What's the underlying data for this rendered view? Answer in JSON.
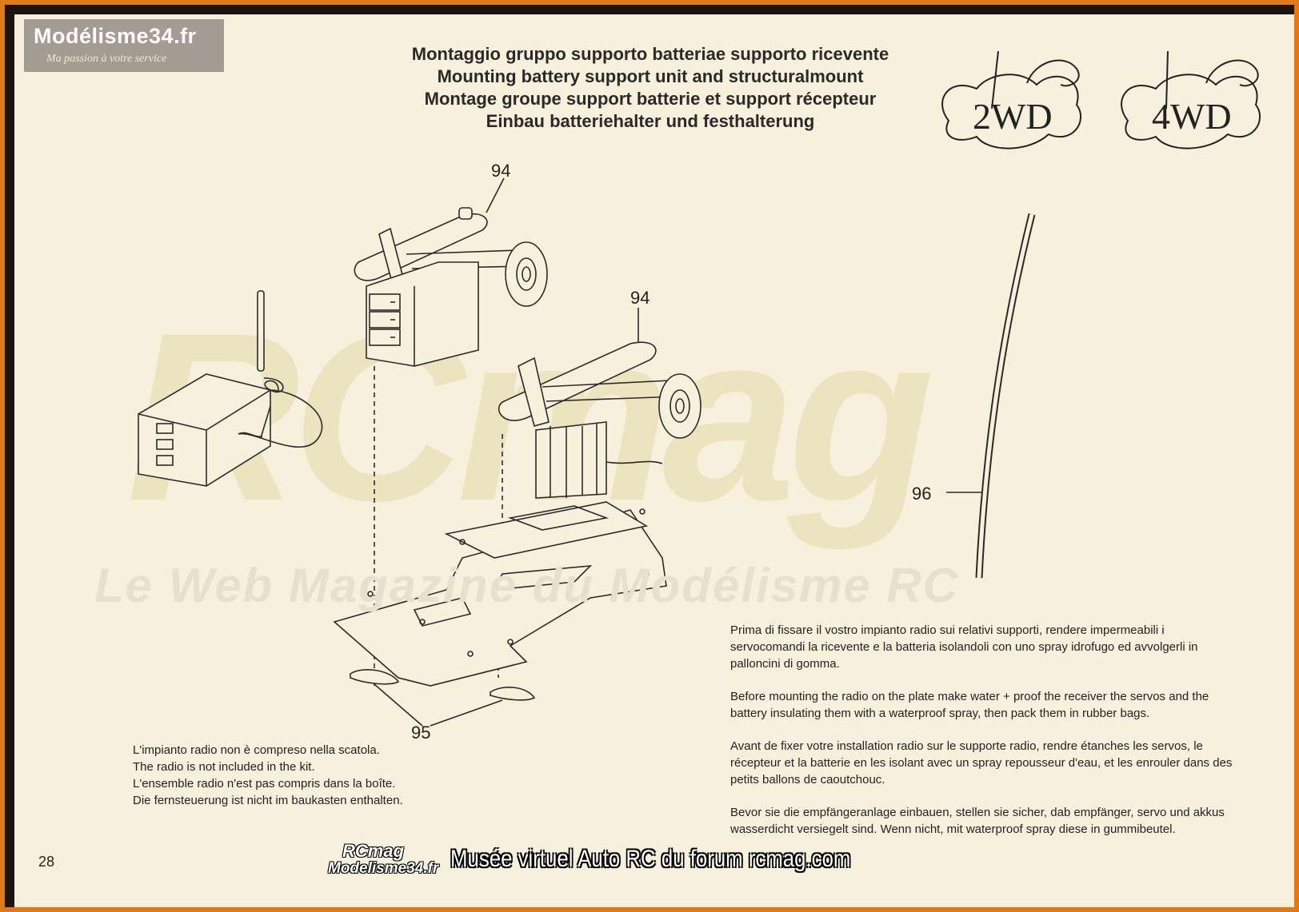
{
  "logo": {
    "title": "Modélisme34.fr",
    "subtitle": "Ma passion à votre service"
  },
  "titles": [
    "Montaggio gruppo supporto batteriae supporto ricevente",
    "Mounting battery support unit and structuralmount",
    "Montage groupe support batterie et support récepteur",
    "Einbau batteriehalter und festhalterung"
  ],
  "badges": {
    "two_wd": "2WD",
    "four_wd": "4WD"
  },
  "watermark": {
    "big": "RCmag",
    "line": "Le Web Magazine du Modélisme RC"
  },
  "parts": {
    "p94a": "94",
    "p94b": "94",
    "p95": "95",
    "p96": "96"
  },
  "note_left": [
    "L'impianto radio non è compreso nella scatola.",
    "The radio is not included in the kit.",
    "L'ensemble radio n'est pas compris dans la boîte.",
    "Die fernsteuerung ist nicht im baukasten enthalten."
  ],
  "note_right": [
    "Prima di fissare il vostro impianto radio sui relativi supporti, rendere impermeabili i servocomandi la ricevente e la batteria isolandoli con  uno spray idrofugo ed avvolgerli in palloncini di gomma.",
    "Before mounting the radio on the plate make water + proof the receiver the servos and the battery  insulating them with a waterproof spray, then pack them in rubber bags.",
    "Avant de fixer votre installation radio sur le supporte radio, rendre étanches les servos, le récepteur et la batterie en les isolant avec un spray repousseur d'eau, et les enrouler dans des petits ballons de caoutchouc.",
    "Bevor sie die empfängeranlage einbauen, stellen sie sicher, dab empfänger, servo und akkus wasserdicht versiegelt sind. Wenn nicht, mit waterproof spray diese in gummibeutel."
  ],
  "page_number": "28",
  "footer": {
    "logo_top": "RCmag",
    "logo_bottom": "Modelisme34.fr",
    "caption": "Musée virtuel Auto RC du forum rcmag.com"
  }
}
